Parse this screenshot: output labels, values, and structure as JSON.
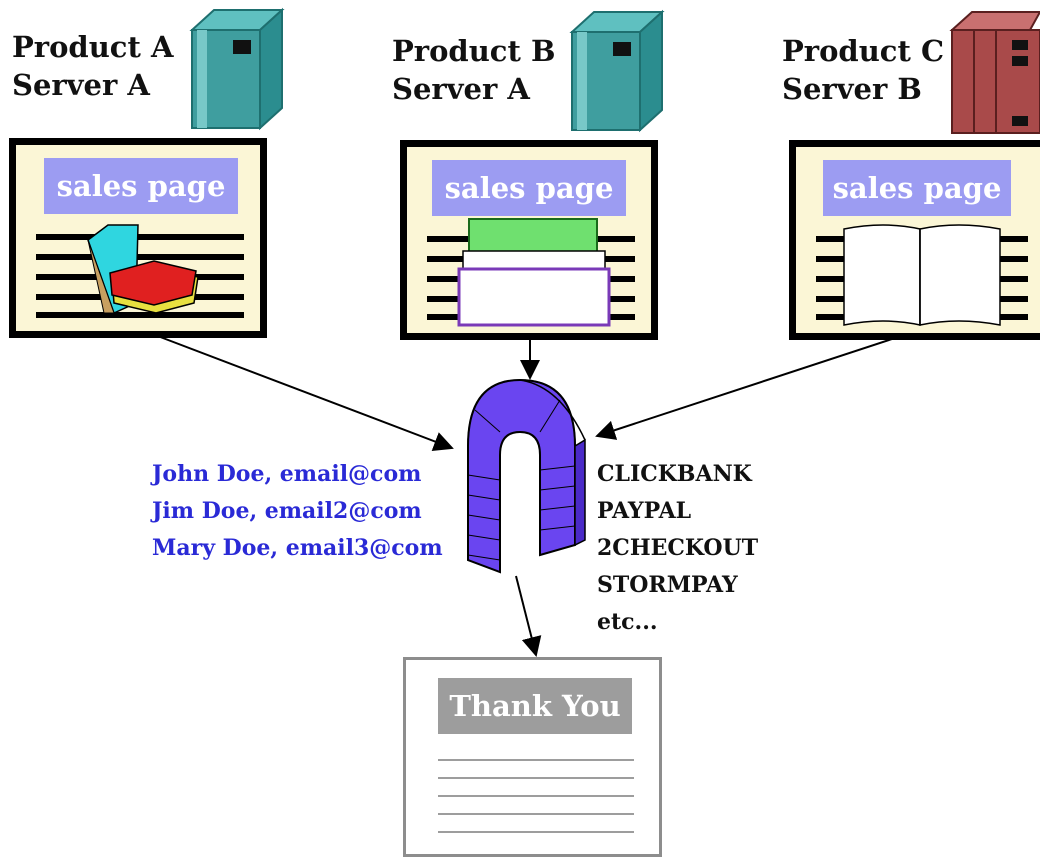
{
  "products": [
    {
      "label": "Product A\nServer A",
      "banner": "sales page",
      "server_color": "#3f9e9f"
    },
    {
      "label": "Product B\nServer A",
      "banner": "sales page",
      "server_color": "#3f9e9f"
    },
    {
      "label": "Product C\nServer B",
      "banner": "sales page",
      "server_color": "#a94a4a"
    }
  ],
  "customers": [
    "John Doe, email@com",
    "Jim Doe, email2@com",
    "Mary Doe, email3@com"
  ],
  "processors": [
    "CLICKBANK",
    "PAYPAL",
    "2CHECKOUT",
    "STORMPAY",
    "etc..."
  ],
  "thank_you": {
    "banner": "Thank You"
  },
  "colors": {
    "banner": "#9c9cf2",
    "card": "#fbf6d6",
    "gateway": "#6a45f0",
    "names": "#2a2ad6"
  }
}
